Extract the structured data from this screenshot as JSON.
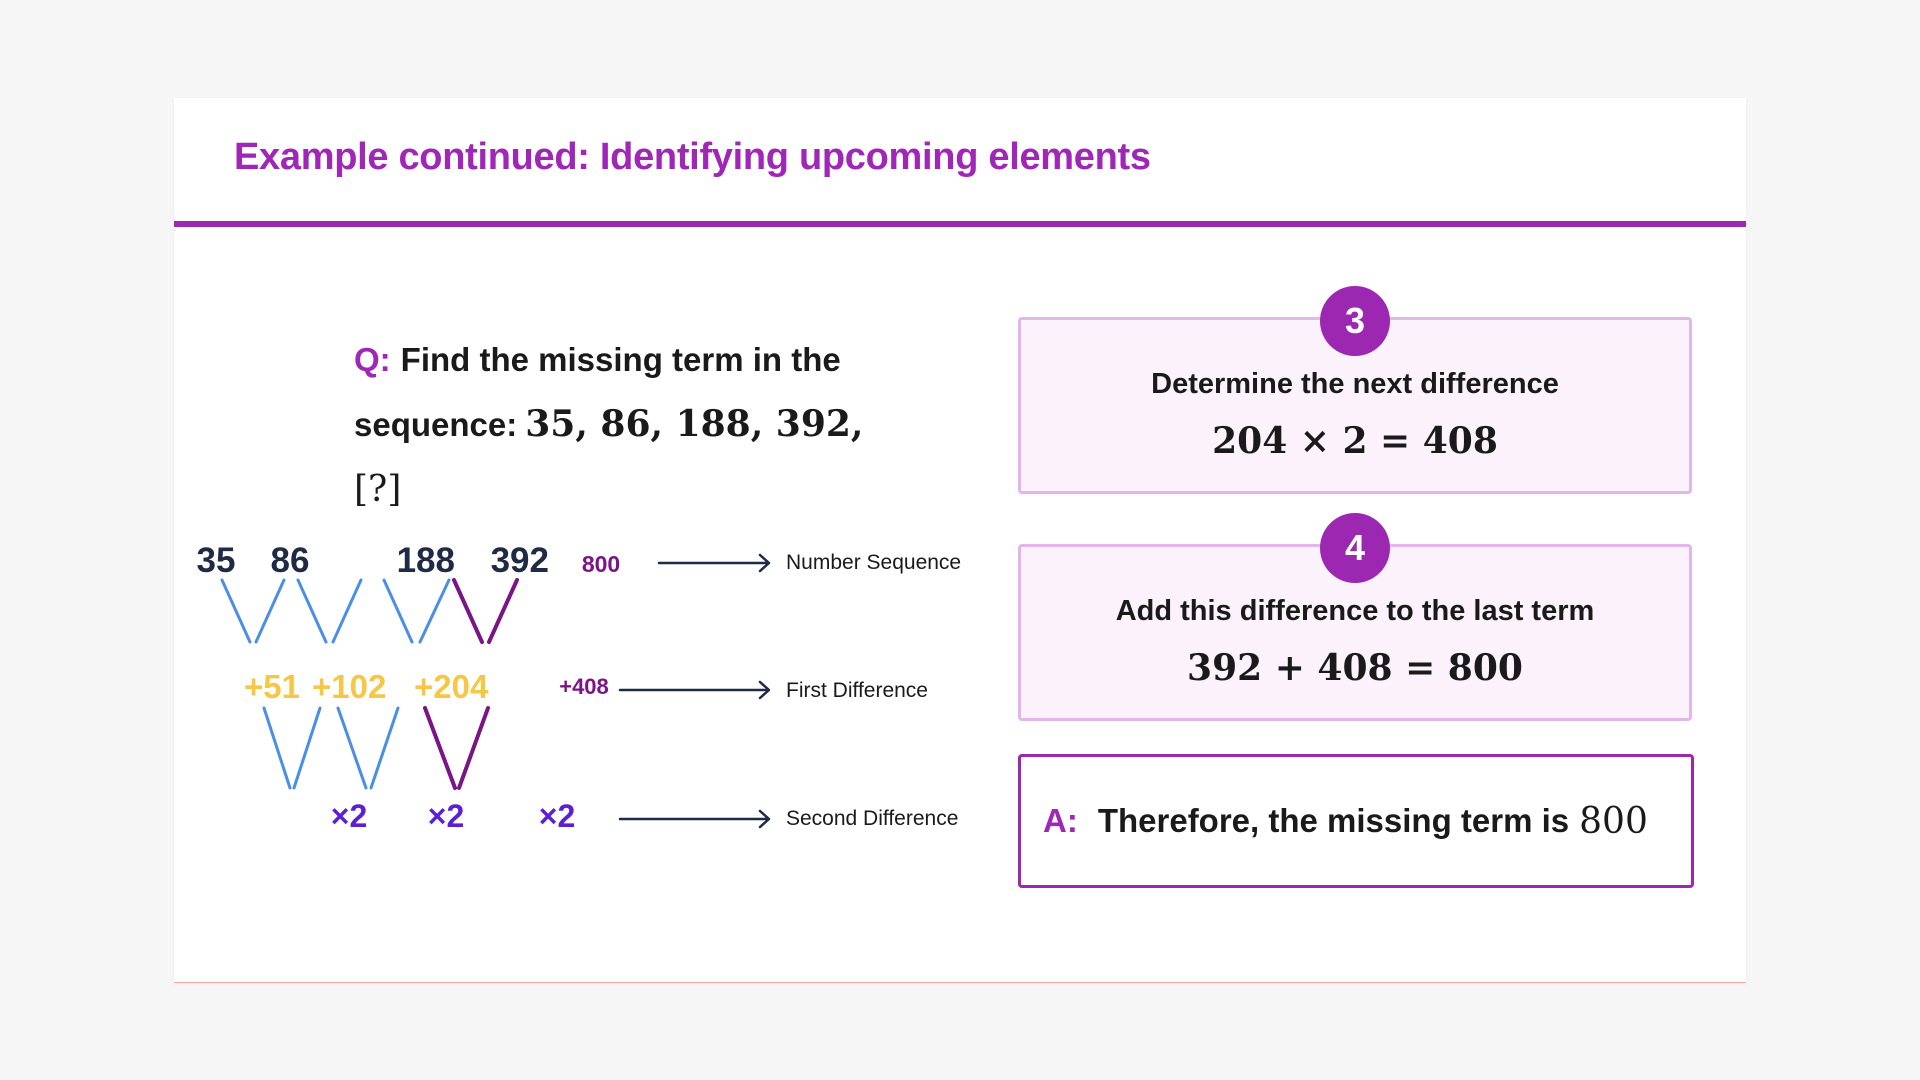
{
  "slide": {
    "title": "Example continued: Identifying upcoming elements"
  },
  "question": {
    "prefix": "Q:",
    "text": "Find the missing term in the sequence:",
    "sequence_math": "35, 86, 188, 392,",
    "placeholder": "[?]"
  },
  "diagram": {
    "sequence": [
      "35",
      "86",
      "188",
      "392"
    ],
    "next_term": "800",
    "first_differences": [
      "+51",
      "+102",
      "+204"
    ],
    "next_difference": "+408",
    "second_differences": [
      "×2",
      "×2",
      "×2"
    ],
    "row_labels": {
      "sequence": "Number Sequence",
      "first": "First Difference",
      "second": "Second Difference"
    },
    "colors": {
      "terms": "#1f2a44",
      "first_diff": "#f6c744",
      "second_diff": "#5a1fd6",
      "connector": "#4a8ee8",
      "highlight": "#7b1485",
      "arrow": "#1f2a44"
    }
  },
  "steps": [
    {
      "number": "3",
      "heading": "Determine the next difference",
      "equation": "204 × 2 = 408"
    },
    {
      "number": "4",
      "heading": "Add this difference to the last term",
      "equation": "392 + 408 = 800"
    }
  ],
  "answer": {
    "prefix": "A:",
    "text": "Therefore, the missing term is",
    "value": "800"
  },
  "colors": {
    "accent": "#9c27b0",
    "title": "#a026b8",
    "step_box_bg": "#fbf2fc",
    "step_box_border": "#e3b5ea"
  }
}
